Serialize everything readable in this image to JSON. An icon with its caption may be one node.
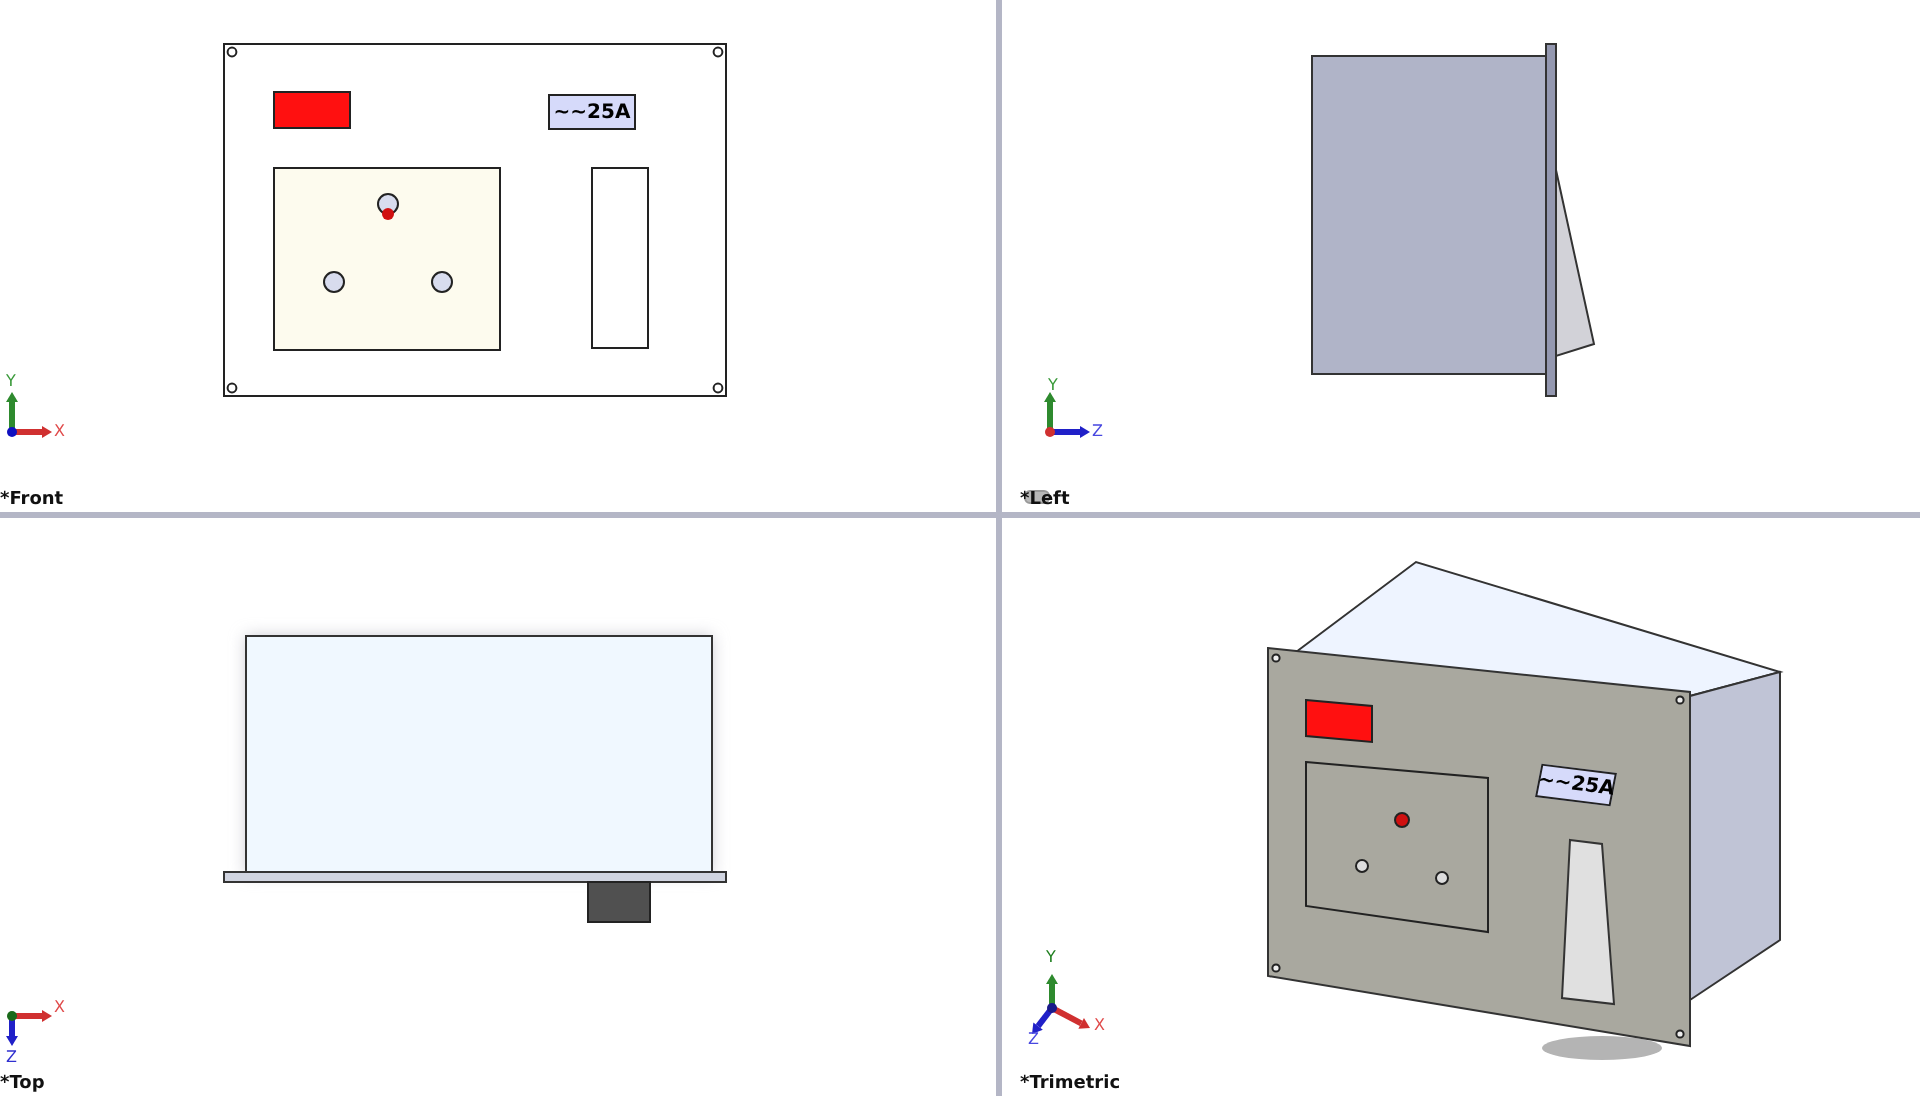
{
  "diagram": {
    "nodes": [
      {
        "text": [
          "*Front"
        ]
      },
      {
        "text": [
          "~~25A"
        ],
        "in": 0
      },
      {
        "text": [
          "*Left"
        ]
      },
      {
        "text": [
          "*Top"
        ]
      },
      {
        "text": [
          "*Trimetric"
        ]
      },
      {
        "text": [
          "~~25A"
        ],
        "in": 4
      }
    ],
    "labels": [
      "Y",
      "X",
      "Y",
      "Z",
      "X",
      "Z",
      "Y",
      "X",
      "Z"
    ]
  }
}
